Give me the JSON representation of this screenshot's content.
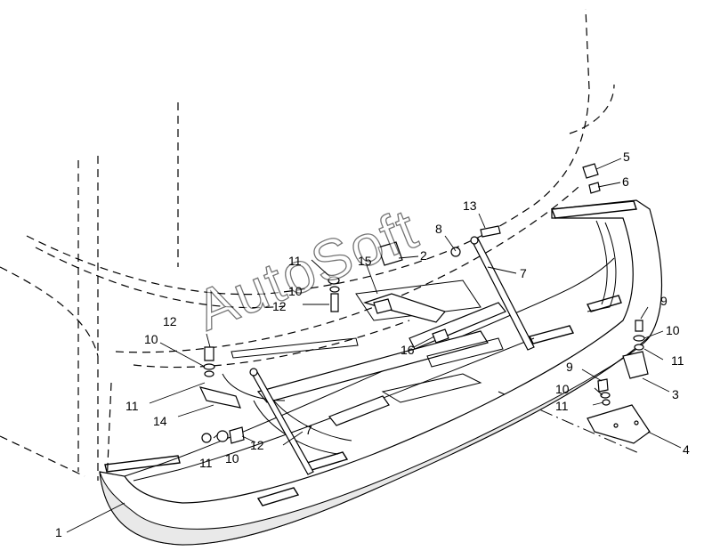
{
  "watermark": "AutoSoft",
  "callouts": [
    {
      "id": "c1",
      "text": "1"
    },
    {
      "id": "c2",
      "text": "2"
    },
    {
      "id": "c3",
      "text": "3"
    },
    {
      "id": "c4",
      "text": "4"
    },
    {
      "id": "c5",
      "text": "5"
    },
    {
      "id": "c6",
      "text": "6"
    },
    {
      "id": "c7a",
      "text": "7"
    },
    {
      "id": "c7b",
      "text": "7"
    },
    {
      "id": "c8",
      "text": "8"
    },
    {
      "id": "c9a",
      "text": "9"
    },
    {
      "id": "c9b",
      "text": "9"
    },
    {
      "id": "c10a",
      "text": "10"
    },
    {
      "id": "c10b",
      "text": "10"
    },
    {
      "id": "c10c",
      "text": "10"
    },
    {
      "id": "c10d",
      "text": "10"
    },
    {
      "id": "c10e",
      "text": "10"
    },
    {
      "id": "c11a",
      "text": "11"
    },
    {
      "id": "c11b",
      "text": "11"
    },
    {
      "id": "c11c",
      "text": "11"
    },
    {
      "id": "c11d",
      "text": "11"
    },
    {
      "id": "c11e",
      "text": "11"
    },
    {
      "id": "c12a",
      "text": "12"
    },
    {
      "id": "c12b",
      "text": "12"
    },
    {
      "id": "c12c",
      "text": "12"
    },
    {
      "id": "c13",
      "text": "13"
    },
    {
      "id": "c14",
      "text": "14"
    },
    {
      "id": "c15",
      "text": "15"
    },
    {
      "id": "c16",
      "text": "16"
    }
  ]
}
